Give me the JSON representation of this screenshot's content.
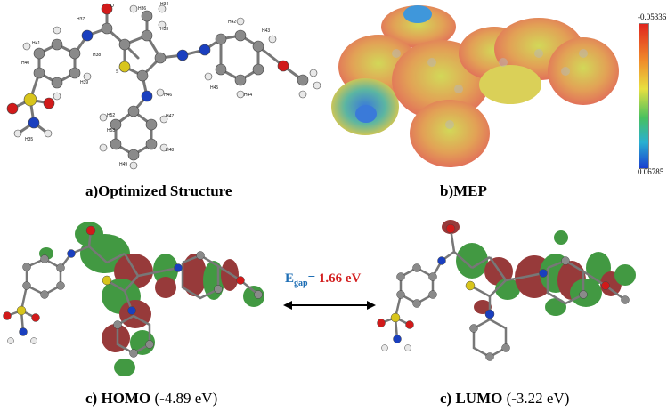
{
  "panels": {
    "a": {
      "caption": "a)Optimized Structure",
      "atom_labels": [
        "O",
        "H37",
        "H38",
        "H36",
        "H34",
        "H33",
        "H42",
        "H43",
        "H41",
        "H40",
        "H39",
        "S",
        "H35",
        "H46",
        "H44",
        "H45",
        "H52",
        "H53",
        "H47",
        "H48",
        "H49"
      ]
    },
    "b": {
      "caption": "b)MEP",
      "scale_max": "-0.05336",
      "scale_min": "0.06785"
    },
    "c": {
      "prefix": "c)",
      "bold": "HOMO",
      "rest": "(-4.89 eV)"
    },
    "d": {
      "prefix": "c)",
      "bold": "LUMO",
      "rest": "(-3.22 eV)"
    }
  },
  "energy_gap": {
    "symbol": "E",
    "subscript": "gap",
    "equals": "=",
    "value": "1.66 eV",
    "colors": {
      "label": "#1f6fb5",
      "value": "#d32020"
    }
  },
  "colors": {
    "carbon": "#8a8a8a",
    "hydrogen": "#e8e8e8",
    "oxygen": "#d11a1a",
    "nitrogen": "#1a3fbf",
    "sulfur": "#d8c51c",
    "orbital_red": "#8c2525",
    "orbital_green": "#2e8f2e",
    "mep_red": "#e0524a",
    "mep_yellow": "#e6d94a",
    "mep_blue": "#2a6fd6"
  }
}
